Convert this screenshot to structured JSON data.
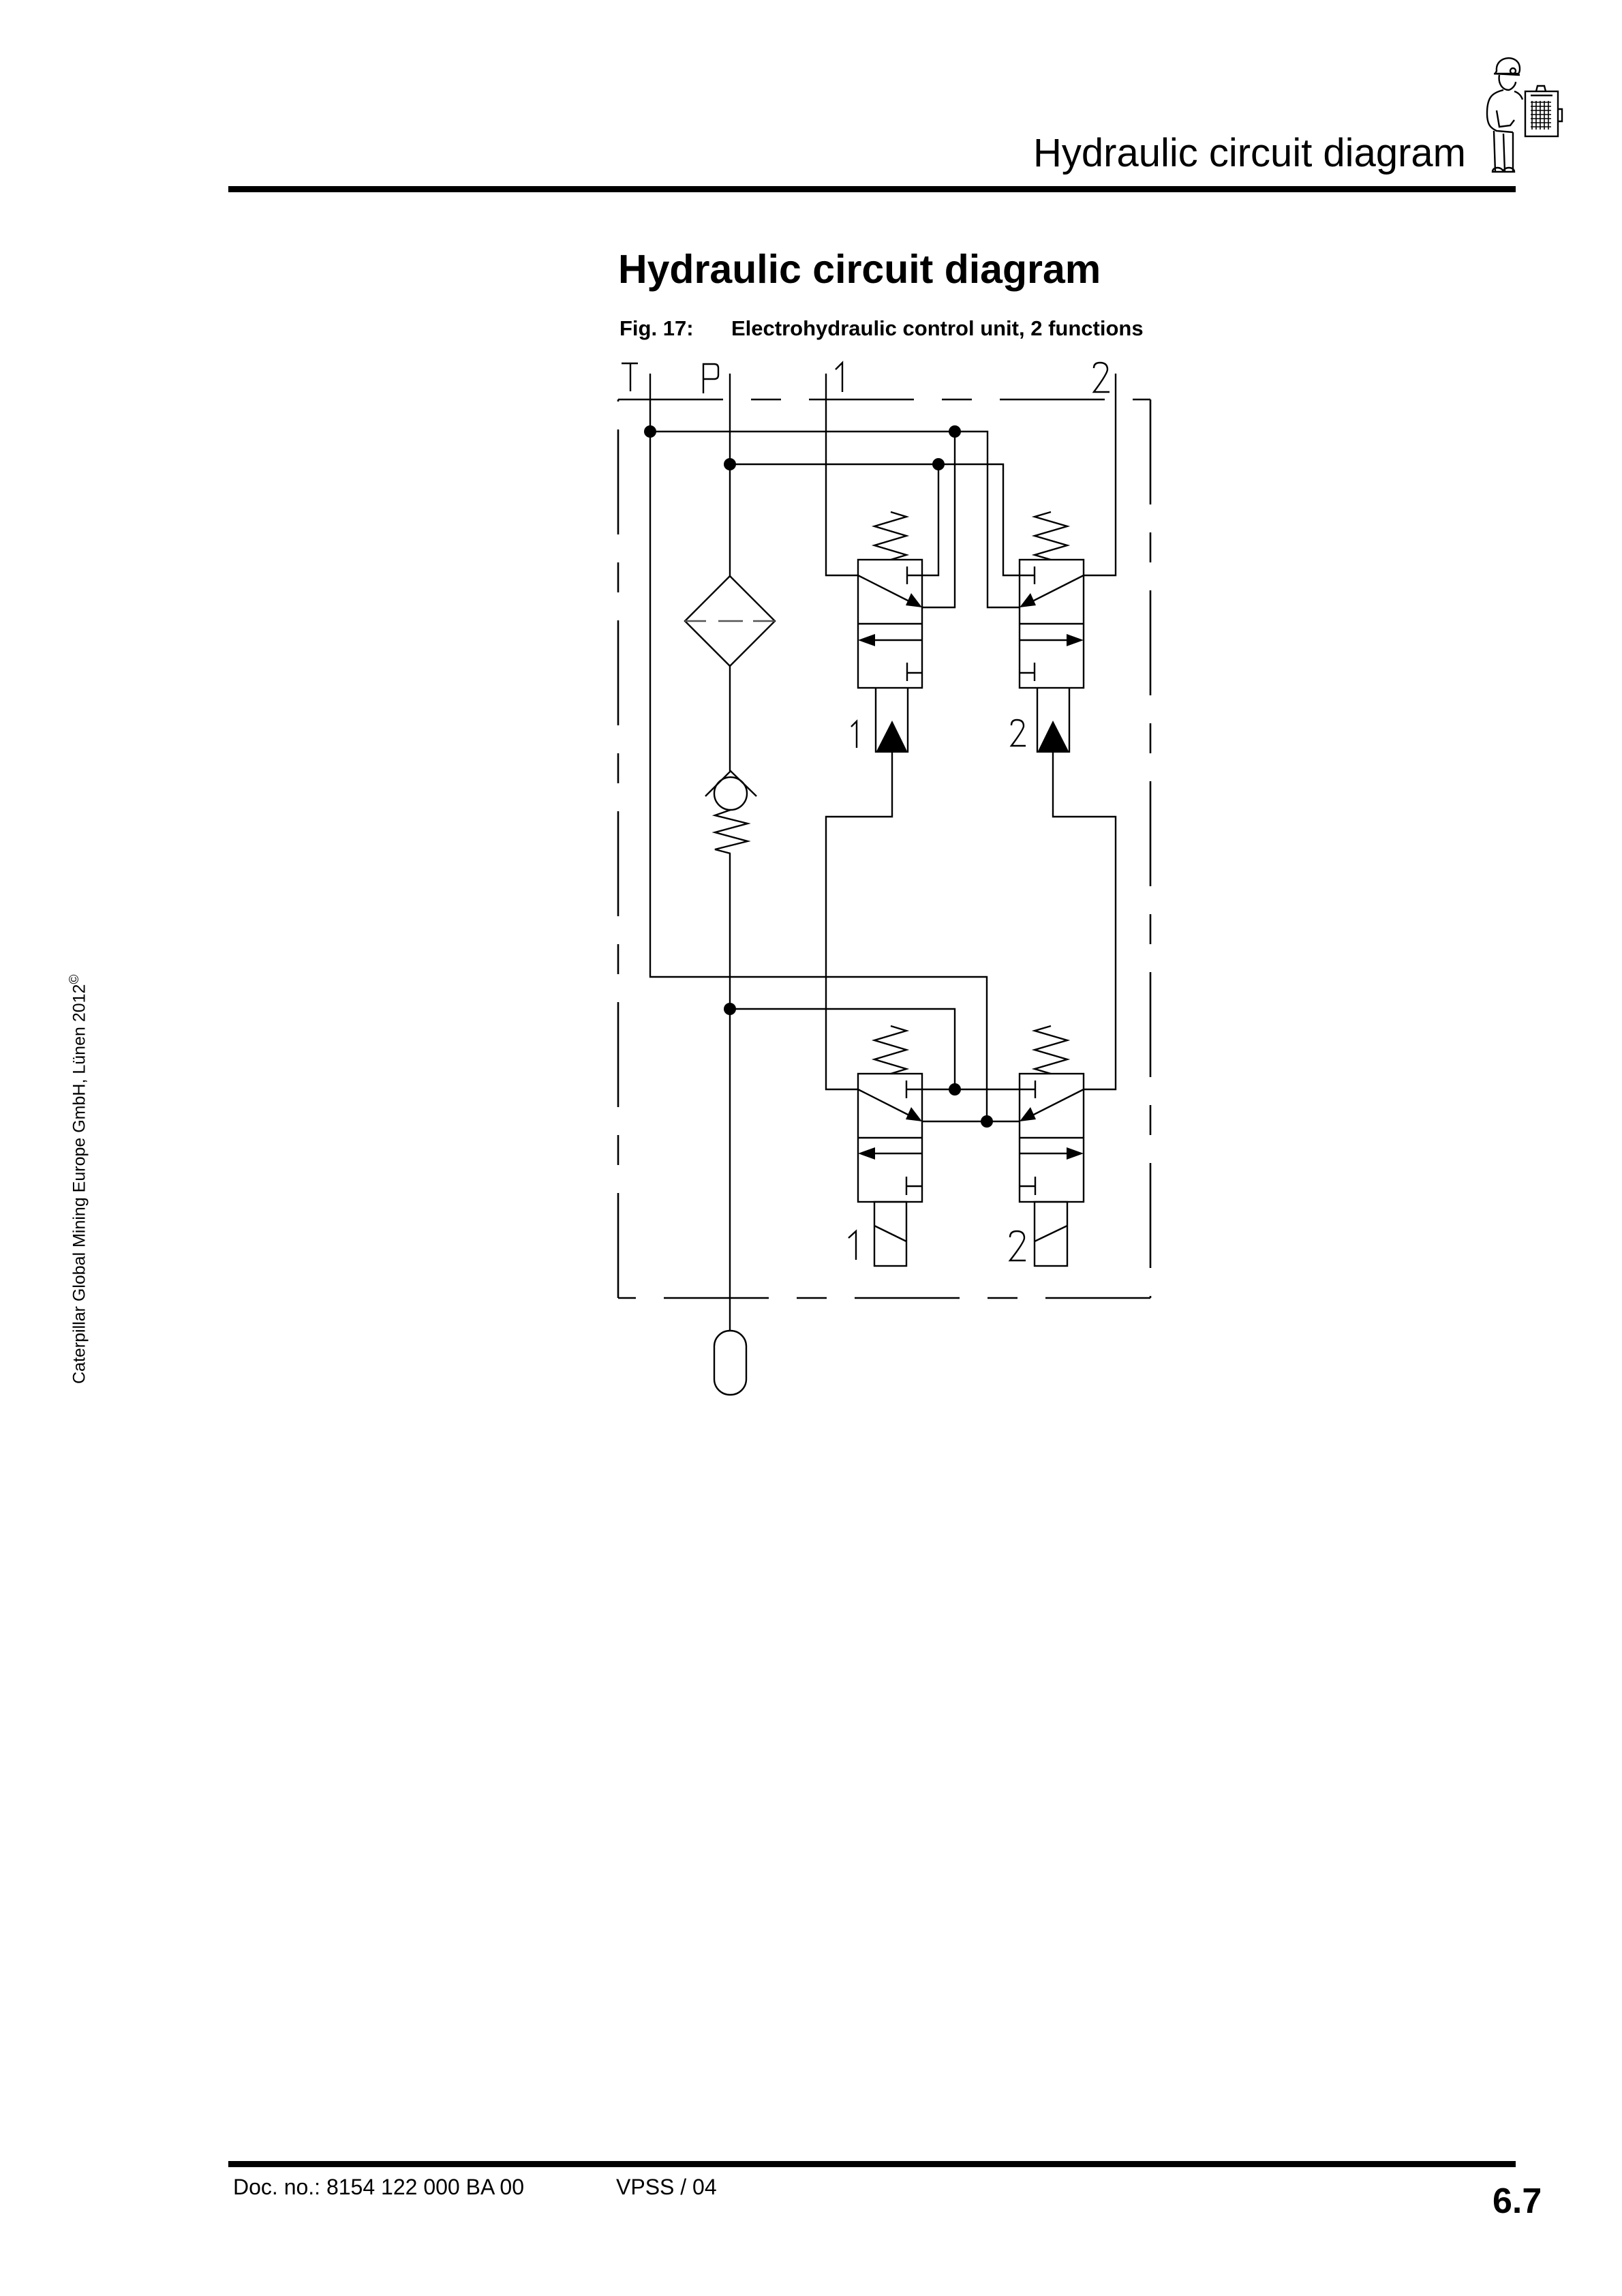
{
  "header": {
    "section_title": "Hydraulic circuit diagram",
    "mascot_icon": "technician-with-clipboard-icon"
  },
  "main": {
    "title": "Hydraulic circuit diagram",
    "figure": {
      "label": "Fig. 17:",
      "caption": "Electrohydraulic control unit, 2 functions"
    }
  },
  "diagram": {
    "ports": {
      "tank": "T",
      "pressure": "P",
      "function_1": "1",
      "function_2": "2"
    },
    "pilot_valve_labels": [
      "1",
      "2"
    ],
    "solenoid_labels": [
      "1",
      "2"
    ],
    "components": [
      "filter",
      "check-valve",
      "accumulator",
      "3/2 directional valve x4",
      "pilot actuator x2",
      "solenoid x2"
    ]
  },
  "sidebar": {
    "copyright": "Caterpillar Global Mining Europe GmbH, Lünen 2012",
    "copyright_symbol": "©"
  },
  "footer": {
    "doc_no": "Doc. no.: 8154 122 000 BA 00",
    "revision": "VPSS / 04",
    "page": "6.7"
  }
}
